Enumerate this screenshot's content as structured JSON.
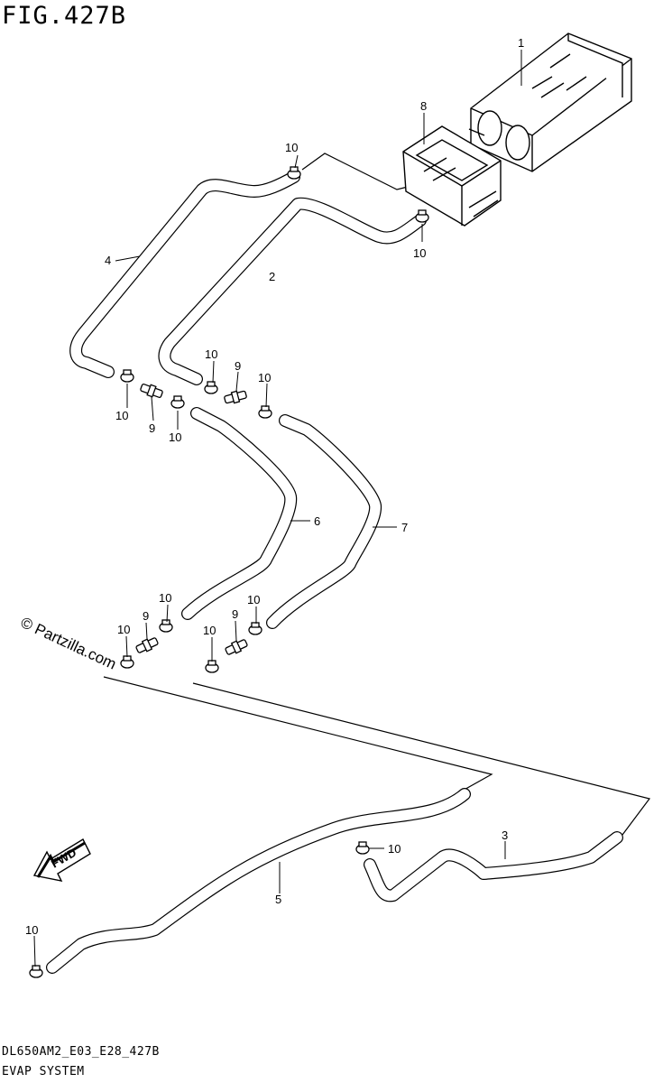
{
  "figure": {
    "title": "FIG.427B",
    "code": "DL650AM2_E03_E28_427B",
    "name": "EVAP SYSTEM",
    "watermark": "© Partzilla.com",
    "fwd_label": "FWD"
  },
  "callouts": [
    {
      "id": "c1",
      "text": "1"
    },
    {
      "id": "c8",
      "text": "8"
    },
    {
      "id": "c10a",
      "text": "10"
    },
    {
      "id": "c10b",
      "text": "10"
    },
    {
      "id": "c4",
      "text": "4"
    },
    {
      "id": "c2",
      "text": "2"
    },
    {
      "id": "c10c",
      "text": "10"
    },
    {
      "id": "c9a",
      "text": "9"
    },
    {
      "id": "c10d",
      "text": "10"
    },
    {
      "id": "c10e",
      "text": "10"
    },
    {
      "id": "c9b",
      "text": "9"
    },
    {
      "id": "c10f",
      "text": "10"
    },
    {
      "id": "c6",
      "text": "6"
    },
    {
      "id": "c7",
      "text": "7"
    },
    {
      "id": "c10g",
      "text": "10"
    },
    {
      "id": "c9c",
      "text": "9"
    },
    {
      "id": "c10h",
      "text": "10"
    },
    {
      "id": "c10i",
      "text": "10"
    },
    {
      "id": "c9d",
      "text": "9"
    },
    {
      "id": "c10j",
      "text": "10"
    },
    {
      "id": "c3",
      "text": "3"
    },
    {
      "id": "c10k",
      "text": "10"
    },
    {
      "id": "c5",
      "text": "5"
    },
    {
      "id": "c10l",
      "text": "10"
    }
  ]
}
